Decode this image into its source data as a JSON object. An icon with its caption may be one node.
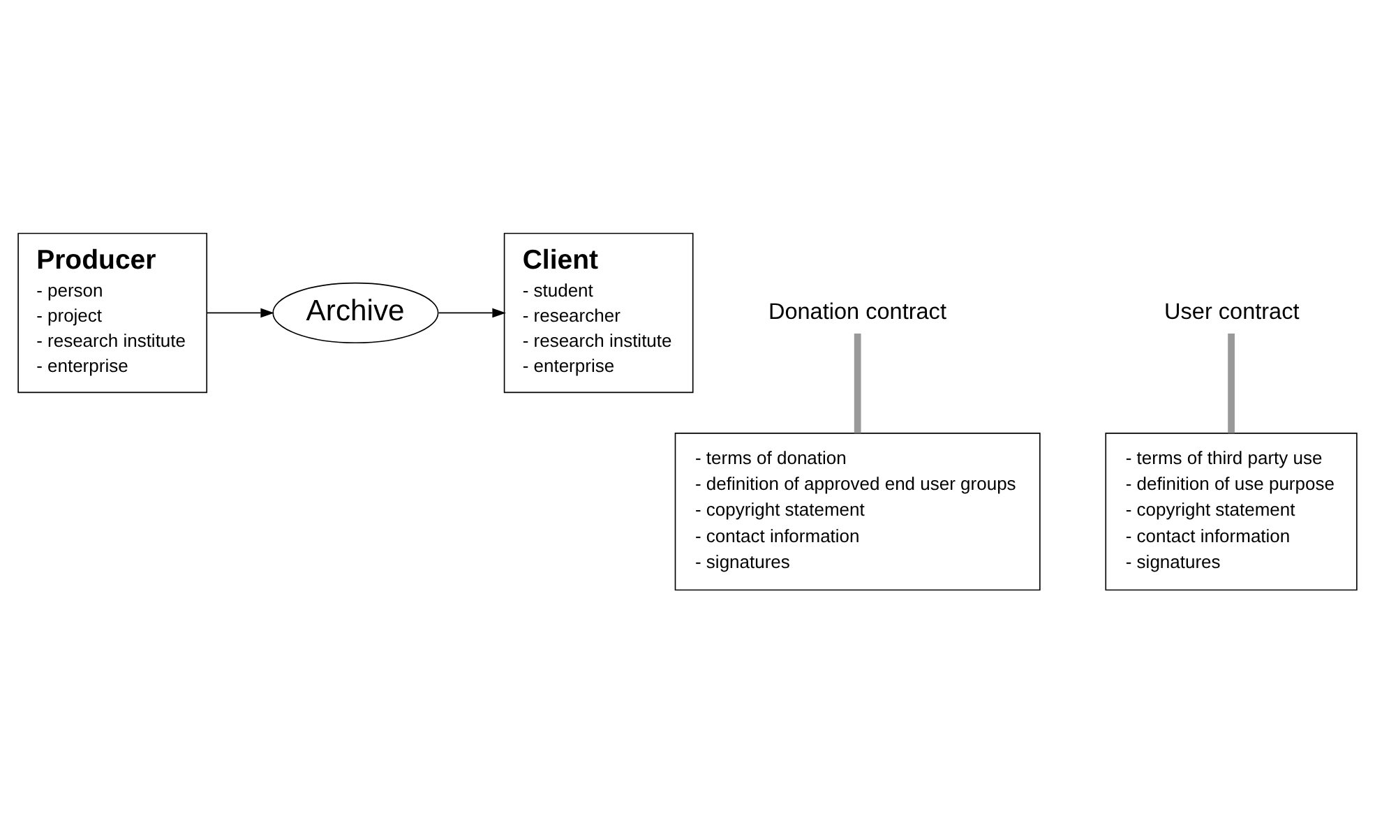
{
  "diagram": {
    "nodes": [
      {
        "text": [
          "Producer",
          "- person",
          "- project",
          "- research institute",
          "- enterprise"
        ]
      },
      {
        "text": [
          "Archive"
        ]
      },
      {
        "text": [
          "Client",
          "- student",
          "- researcher",
          "- research institute",
          "- enterprise"
        ]
      },
      {
        "text": [
          "Donation contract"
        ]
      },
      {
        "text": [
          "User contract"
        ]
      },
      {
        "text": [
          "- terms of donation",
          "- definition of approved end user groups",
          "- copyright statement",
          "- contact information",
          "- signatures"
        ]
      },
      {
        "text": [
          "- terms of third party use",
          "- definition of use purpose",
          "- copyright statement",
          "- contact information",
          "- signatures"
        ]
      }
    ],
    "edges": [
      {
        "from": 0,
        "to": 1,
        "arrow": "to"
      },
      {
        "from": 1,
        "to": 2,
        "arrow": "to"
      },
      {
        "from": 3,
        "to": 5,
        "arrow": "none",
        "style": "thick",
        "color": "#999999"
      },
      {
        "from": 4,
        "to": 6,
        "arrow": "none",
        "style": "thick",
        "color": "#999999"
      }
    ]
  }
}
